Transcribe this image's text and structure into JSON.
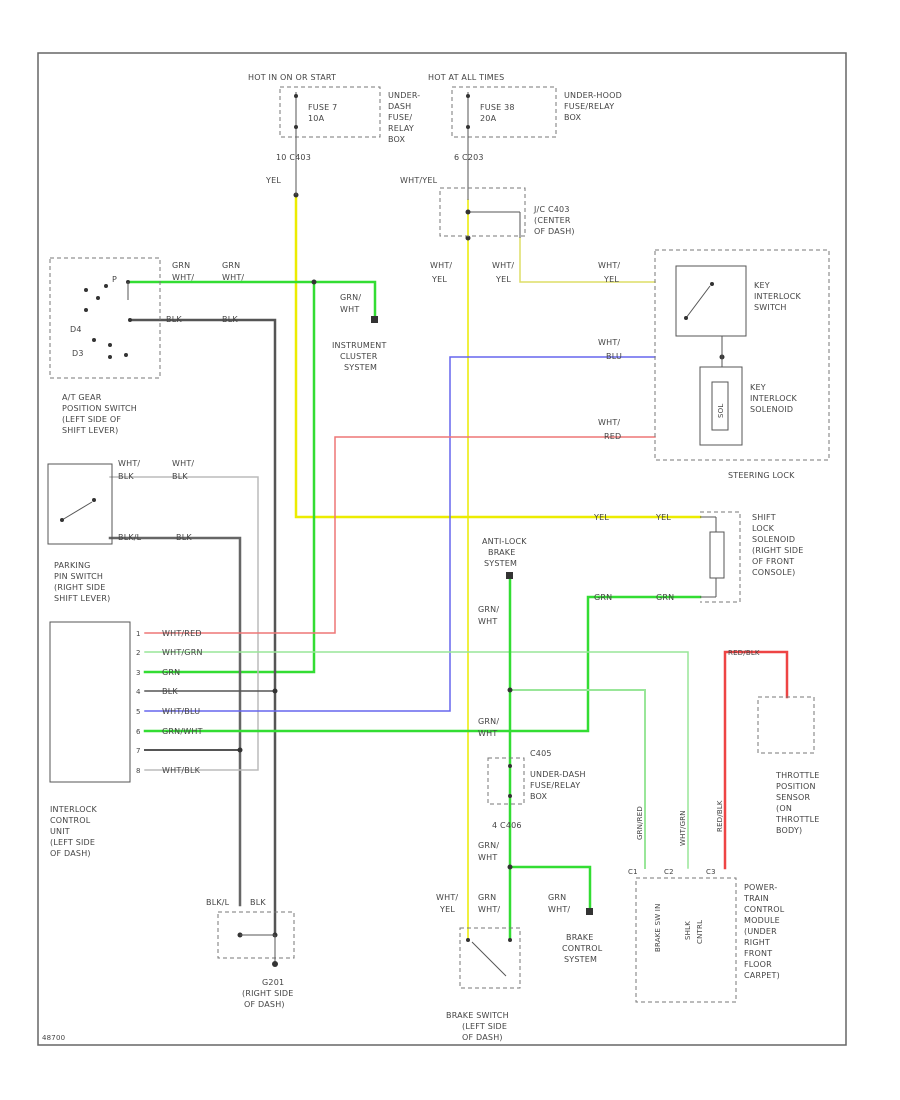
{
  "ref_code": "48700",
  "fuses": {
    "left": {
      "header": "HOT IN ON OR START",
      "name": "FUSE 7",
      "amp": "10A",
      "box": [
        "UNDER-",
        "DASH",
        "FUSE/",
        "RELAY",
        "BOX"
      ],
      "conn": "10   C403"
    },
    "right": {
      "header": "HOT AT ALL TIMES",
      "name": "FUSE 38",
      "amp": "20A",
      "box": [
        "UNDER-HOOD",
        "FUSE/RELAY",
        "BOX"
      ],
      "conn": "6   C203"
    }
  },
  "connector_ac": [
    "J/C C403",
    "(CENTER",
    "OF DASH)"
  ],
  "gear_switch": {
    "label": [
      "A/T GEAR",
      "POSITION SWITCH",
      "(LEFT SIDE OF",
      "SHIFT LEVER)"
    ],
    "pos_p": "P",
    "pos_d4": "D4",
    "pos_d3": "D3"
  },
  "cluster": [
    "INSTRUMENT",
    "CLUSTER",
    "SYSTEM"
  ],
  "key_switch": [
    "KEY",
    "INTERLOCK",
    "SWITCH"
  ],
  "key_solenoid": [
    "KEY",
    "INTERLOCK",
    "SOLENOID"
  ],
  "solenoid_code": "SOL",
  "steering_lock": "STEERING LOCK",
  "park_switch": [
    "PARKING",
    "PIN SWITCH",
    "(RIGHT SIDE",
    "SHIFT LEVER)"
  ],
  "shift_lock": [
    "SHIFT",
    "LOCK",
    "SOLENOID",
    "(RIGHT SIDE",
    "OF FRONT",
    "CONSOLE)"
  ],
  "abs": [
    "ANTI-LOCK",
    "BRAKE",
    "SYSTEM"
  ],
  "interlock_unit": [
    "INTERLOCK",
    "CONTROL",
    "UNIT",
    "(LEFT SIDE",
    "OF DASH)"
  ],
  "underdash_box": [
    "UNDER-DASH",
    "FUSE/RELAY",
    "BOX"
  ],
  "underdash_conn_top": "C405",
  "underdash_conn_bot": "4   C406",
  "brake_control": [
    "BRAKE",
    "CONTROL",
    "SYSTEM"
  ],
  "tps": [
    "THROTTLE",
    "POSITION",
    "SENSOR",
    "(ON",
    "THROTTLE",
    "BODY)"
  ],
  "pcm": [
    "POWER-",
    "TRAIN",
    "CONTROL",
    "MODULE",
    "(UNDER",
    "RIGHT",
    "FRONT",
    "FLOOR",
    "CARPET)"
  ],
  "pcm_pins": {
    "a": "C1",
    "b": "C2",
    "c": "C3"
  },
  "pcm_inner1": "BRAKE SW IN",
  "pcm_inner2": [
    "SHLK",
    "CNTRL"
  ],
  "g201": [
    "G201",
    "(RIGHT SIDE",
    "OF DASH)"
  ],
  "brake_switch": [
    "BRAKE SWITCH",
    "(LEFT SIDE",
    "OF DASH)"
  ],
  "wire_labels": {
    "yel": "YEL",
    "wht_yel": "WHT/YEL",
    "wht": "WHT/",
    "grn_wht": [
      "GRN/",
      "WHT"
    ],
    "blk": "BLK",
    "blk_l": "BLK/L",
    "wht_blk": "WHT/BLK",
    "wht_red": "WHT/RED",
    "wht_grn": "WHT/GRN",
    "grn": "GRN",
    "wht_blu": "WHT/BLU",
    "grn_wht_s": "GRN/WHT",
    "red": "RED",
    "blu": "BLU",
    "red_blk": "RED/BLK",
    "grn_red": "GRN/RED"
  },
  "pins": [
    "1",
    "2",
    "3",
    "4",
    "5",
    "6",
    "7",
    "8"
  ],
  "colors": {
    "yel": "#ecec00",
    "grn": "#33dd33",
    "blu": "#6666ee",
    "red": "#ee4444",
    "blk": "#555555",
    "lgrn": "#99e699",
    "frame": "#666666"
  }
}
